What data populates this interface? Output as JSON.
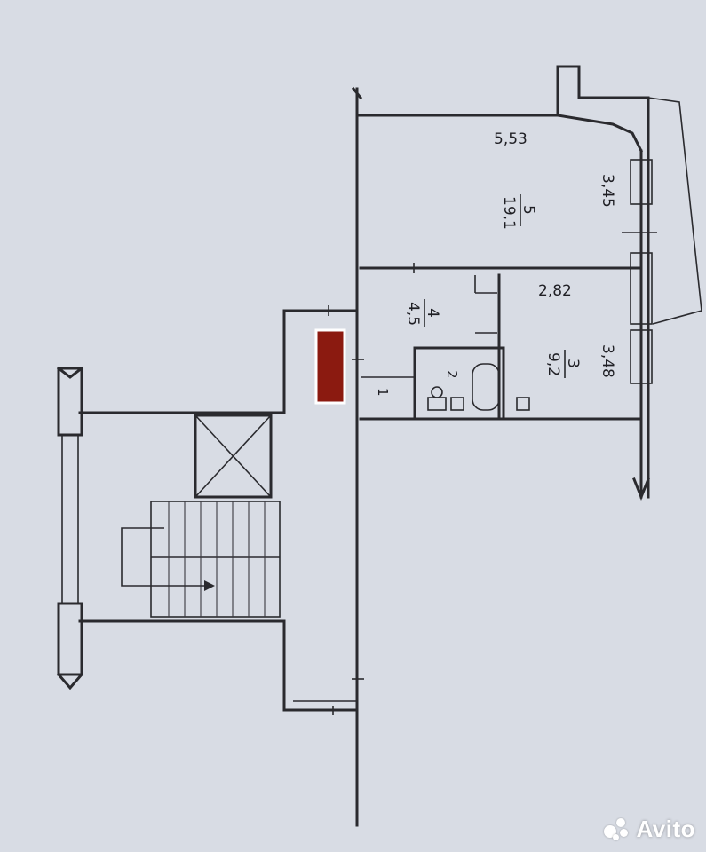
{
  "plan": {
    "rooms": [
      {
        "id": "5",
        "number": "5",
        "area": "19,1",
        "dimension": "5,53",
        "side": "3,45"
      },
      {
        "id": "4",
        "number": "4",
        "area": "4,5"
      },
      {
        "id": "3",
        "number": "3",
        "area": "9,2",
        "dimension": "2,82",
        "side": "3,48"
      },
      {
        "id": "2",
        "number": "2"
      },
      {
        "id": "1",
        "number": "1"
      }
    ],
    "marker_color": "#8b1a10"
  },
  "watermark": {
    "text": "Avito"
  }
}
